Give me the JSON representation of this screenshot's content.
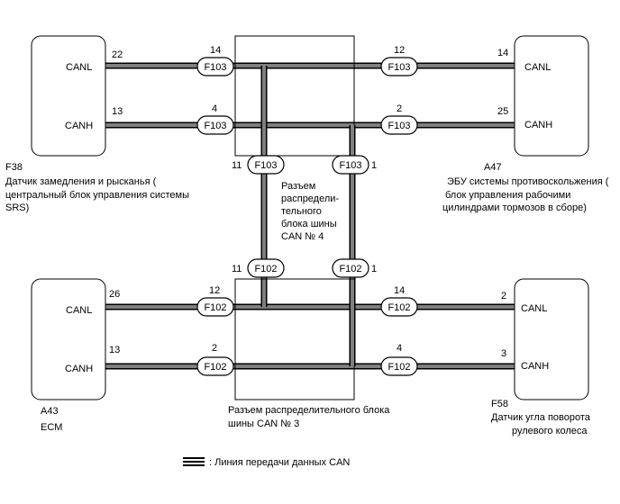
{
  "ecus": {
    "f38": {
      "id": "F38",
      "name_lines": [
        "Датчик замедления и рысканья (",
        "центральный блок управления системы",
        "SRS)"
      ],
      "canl": "CANL",
      "canh": "CANH",
      "pin_canl": "22",
      "pin_canh": "13"
    },
    "a47": {
      "id": "A47",
      "name_lines": [
        "ЭБУ системы противоскольжения (",
        "блок управления рабочими",
        "цилиндрами тормозов в сборе)"
      ],
      "canl": "CANL",
      "canh": "CANH",
      "pin_canl": "14",
      "pin_canh": "25"
    },
    "a43": {
      "id": "A43",
      "name_lines": [
        "ECM"
      ],
      "canl": "CANL",
      "canh": "CANH",
      "pin_canl": "26",
      "pin_canh": "13"
    },
    "f58": {
      "id": "F58",
      "name_lines": [
        "Датчик угла поворота",
        "рулевого колеса"
      ],
      "canl": "CANL",
      "canh": "CANH",
      "pin_canl": "2",
      "pin_canh": "3"
    }
  },
  "junction4": {
    "name_lines": [
      "Разъем",
      "распредели-",
      "тельного",
      "блока шины",
      "CAN № 4"
    ],
    "connector": "F103",
    "pins": {
      "tl": "14",
      "bl": "4",
      "tr": "12",
      "br": "2",
      "bottom_left": "11",
      "bottom_right": "1"
    }
  },
  "junction3": {
    "name_lines": [
      "Разъем распределительного блока",
      "шины CAN № 3"
    ],
    "connector": "F102",
    "pins": {
      "tl": "12",
      "bl": "2",
      "tr": "14",
      "br": "4",
      "top_left": "11",
      "top_right": "1"
    }
  },
  "legend": {
    "text": ": Линия передачи данных CAN"
  }
}
